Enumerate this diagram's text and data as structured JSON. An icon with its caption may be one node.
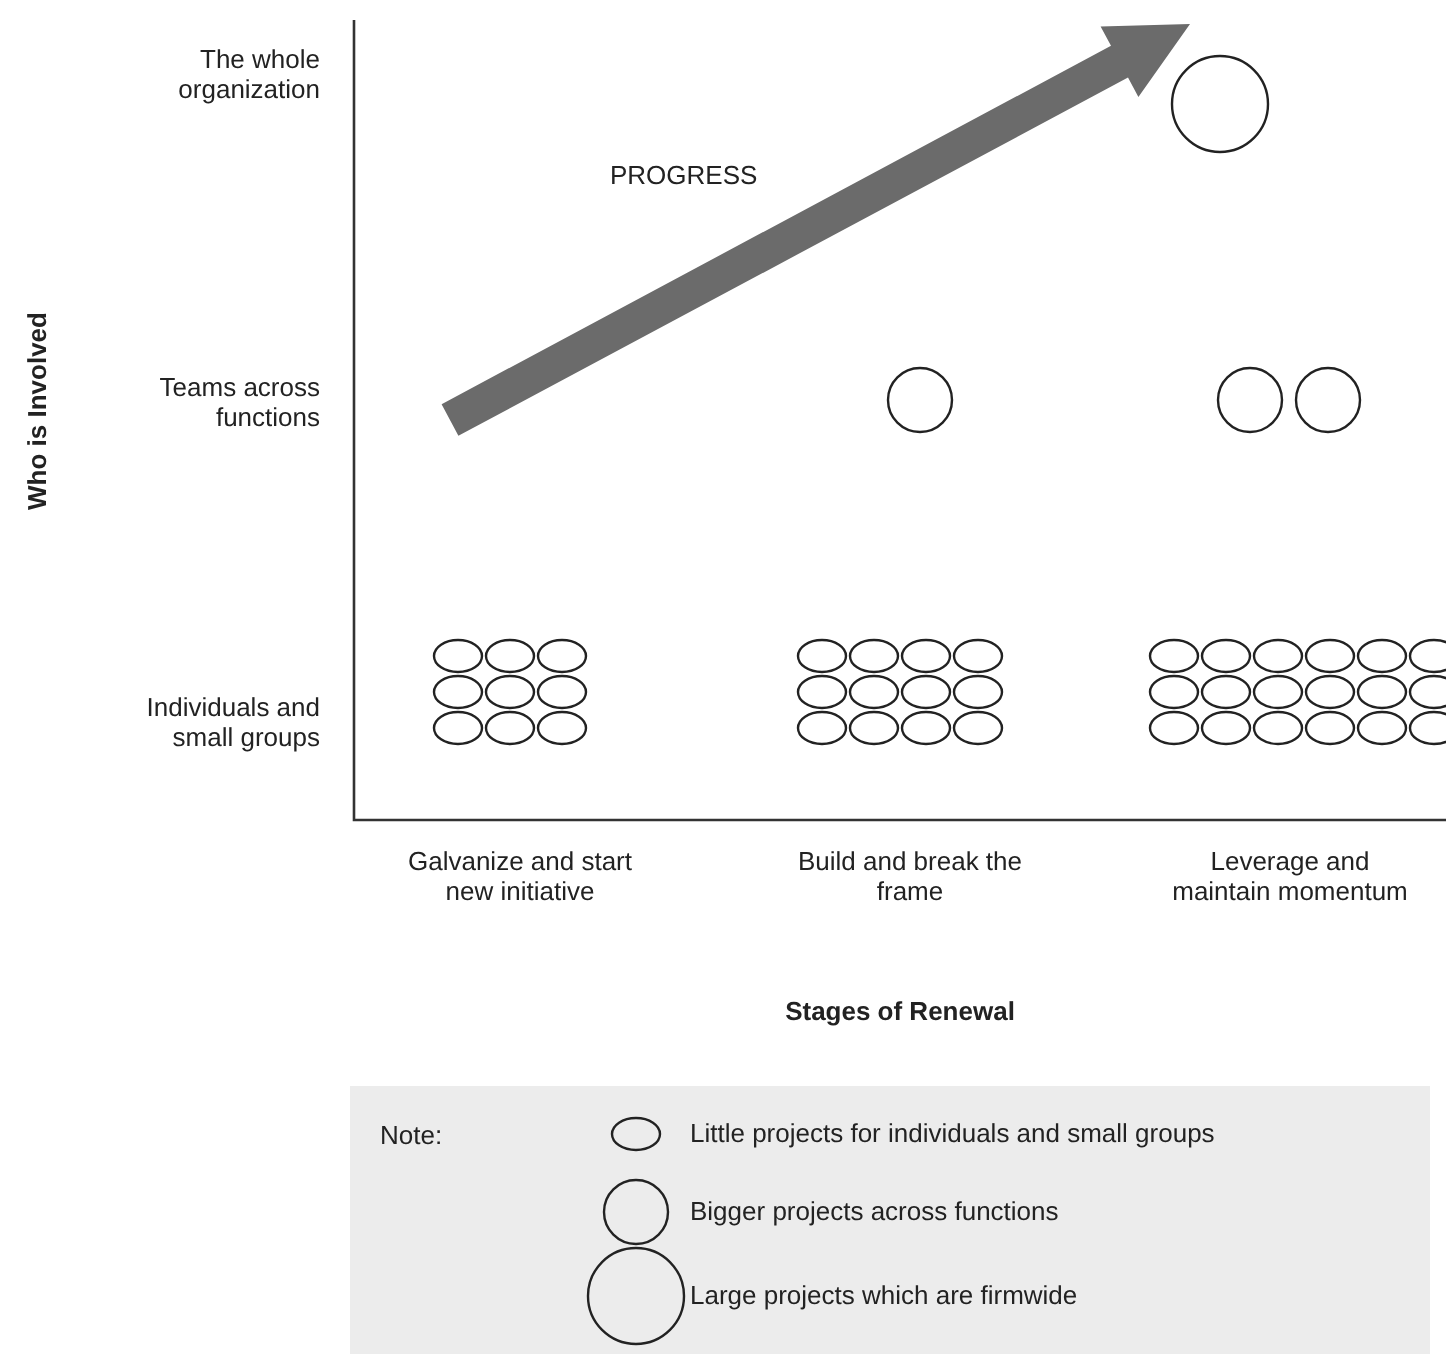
{
  "diagram": {
    "labels": [
      "Who is Involved",
      "The whole organization",
      "Teams across functions",
      "Individuals and small groups",
      "PROGRESS",
      "Galvanize and start new initiative",
      "Build and break the frame",
      "Leverage and maintain momentum",
      "Stages of Renewal",
      "Note:"
    ],
    "legend": [
      {
        "text": "Little projects for individuals and small groups"
      },
      {
        "text": "Bigger projects across functions"
      },
      {
        "text": "Large projects which are firmwide"
      }
    ]
  }
}
